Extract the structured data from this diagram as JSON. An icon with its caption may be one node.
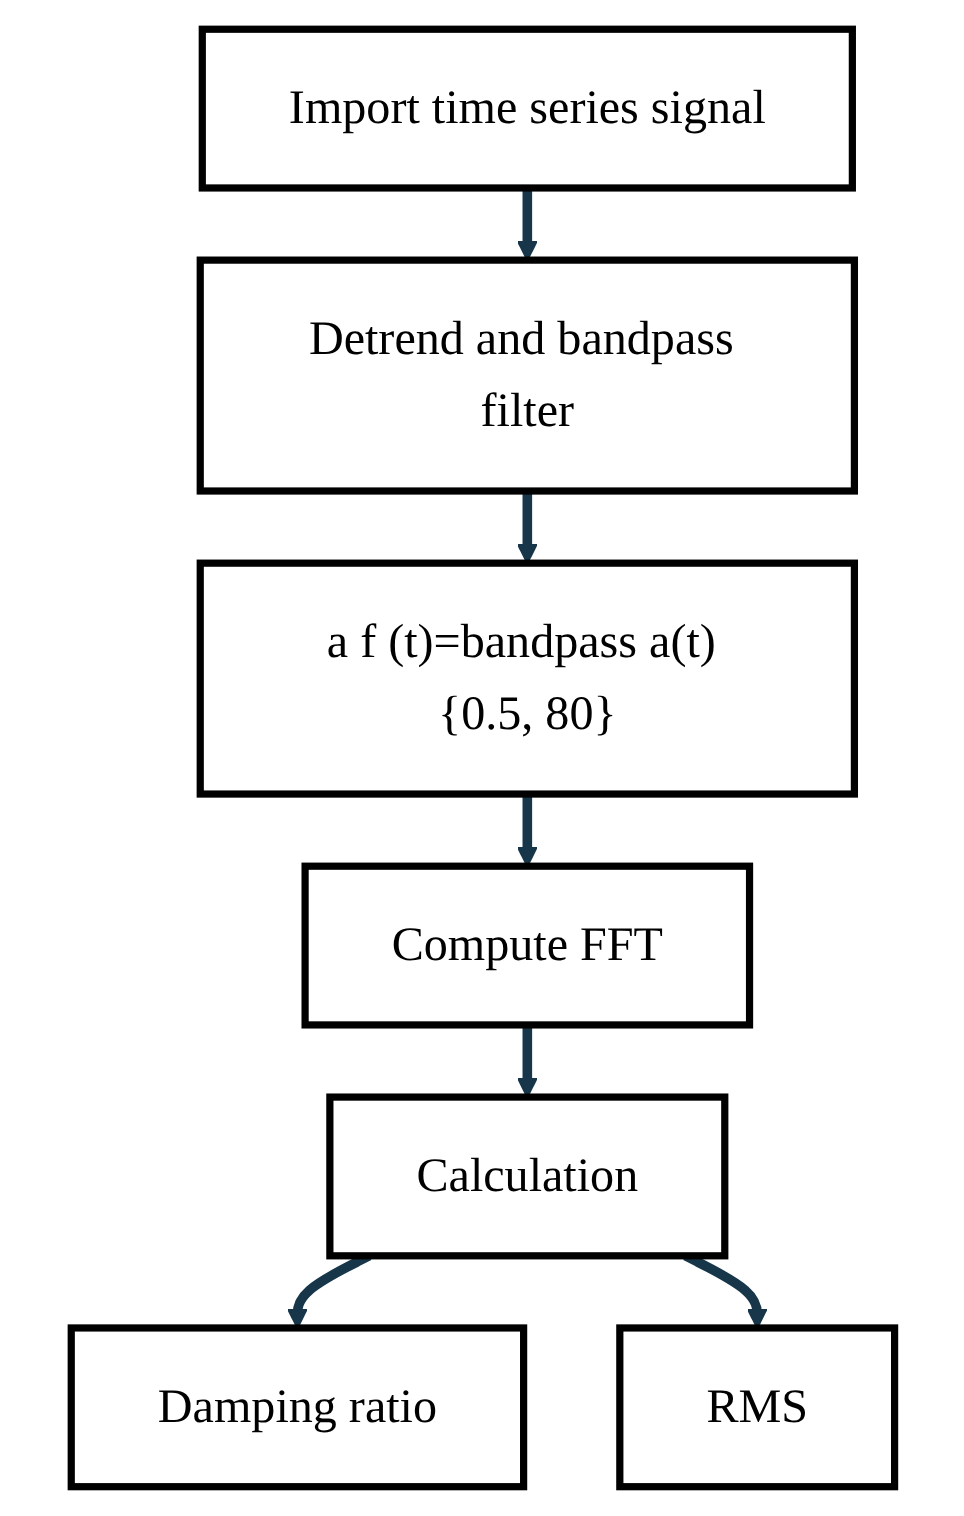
{
  "diagram": {
    "nodes": [
      {
        "text": [
          "Import time series signal"
        ]
      },
      {
        "text": [
          "Detrend and bandpass filter"
        ]
      },
      {
        "text": [
          "a f (t)=bandpass a(t) {0.5, 80}"
        ]
      },
      {
        "text": [
          "Compute FFT"
        ]
      },
      {
        "text": [
          "Calculation"
        ]
      },
      {
        "text": [
          "Damping ratio"
        ]
      },
      {
        "text": [
          "RMS"
        ]
      }
    ],
    "edges": [
      {
        "from": 0,
        "to": 1,
        "arrow": "to"
      },
      {
        "from": 1,
        "to": 2,
        "arrow": "to"
      },
      {
        "from": 2,
        "to": 3,
        "arrow": "to"
      },
      {
        "from": 3,
        "to": 4,
        "arrow": "to"
      },
      {
        "from": 4,
        "to": 5,
        "arrow": "to"
      },
      {
        "from": 4,
        "to": 6,
        "arrow": "to"
      }
    ]
  }
}
